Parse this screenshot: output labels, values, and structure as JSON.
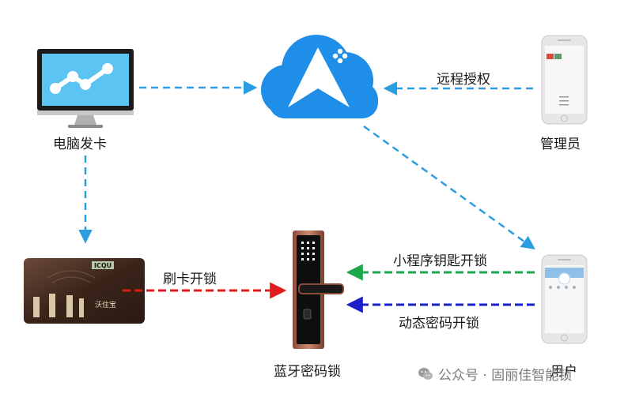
{
  "nodes": {
    "computer": "电脑发卡",
    "admin": "管理员",
    "lock": "蓝牙密码锁",
    "user": "用户"
  },
  "arrows": {
    "remote_auth": "远程授权",
    "swipe_card": "刷卡开锁",
    "mini_program": "小程序钥匙开锁",
    "dynamic_password": "动态密码开锁"
  },
  "card": {
    "brand": "ICQU",
    "name": "沃住宝"
  },
  "watermark": {
    "text": "公众号 · 固丽佳智能锁"
  },
  "colors": {
    "cloud": "#1f8ee8",
    "dash_blue": "#2a9ee0",
    "swipe_red": "#e01b1b",
    "mini_green": "#1aa84a",
    "dynamic_navy": "#1a1fc8"
  }
}
